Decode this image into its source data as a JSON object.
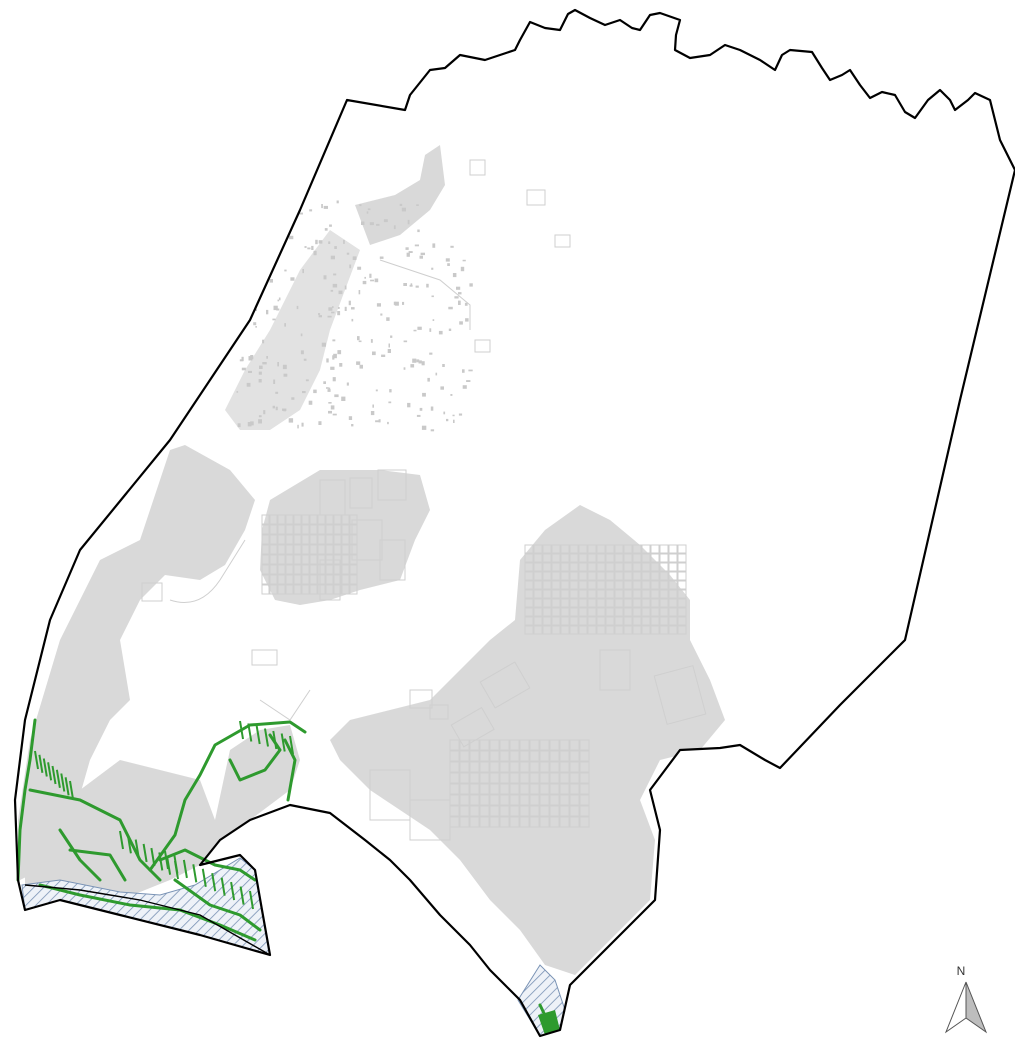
{
  "map": {
    "colors": {
      "background": "#ffffff",
      "boundary": "#000000",
      "urban_fill": "#d9d9d9",
      "parcel_outline": "#d2d2d2",
      "highlight_green": "#2e9a2e",
      "hatch_blue": "#7a93b5",
      "hatch_fill": "#eef2f8"
    },
    "layers": {
      "boundary": "municipal-boundary",
      "urban": "urban-fabric-grey",
      "green": "highlighted-network-green",
      "hatch": "hatched-zone-blue"
    },
    "north_arrow": {
      "label": "N",
      "icon": "north-arrow-icon"
    }
  }
}
